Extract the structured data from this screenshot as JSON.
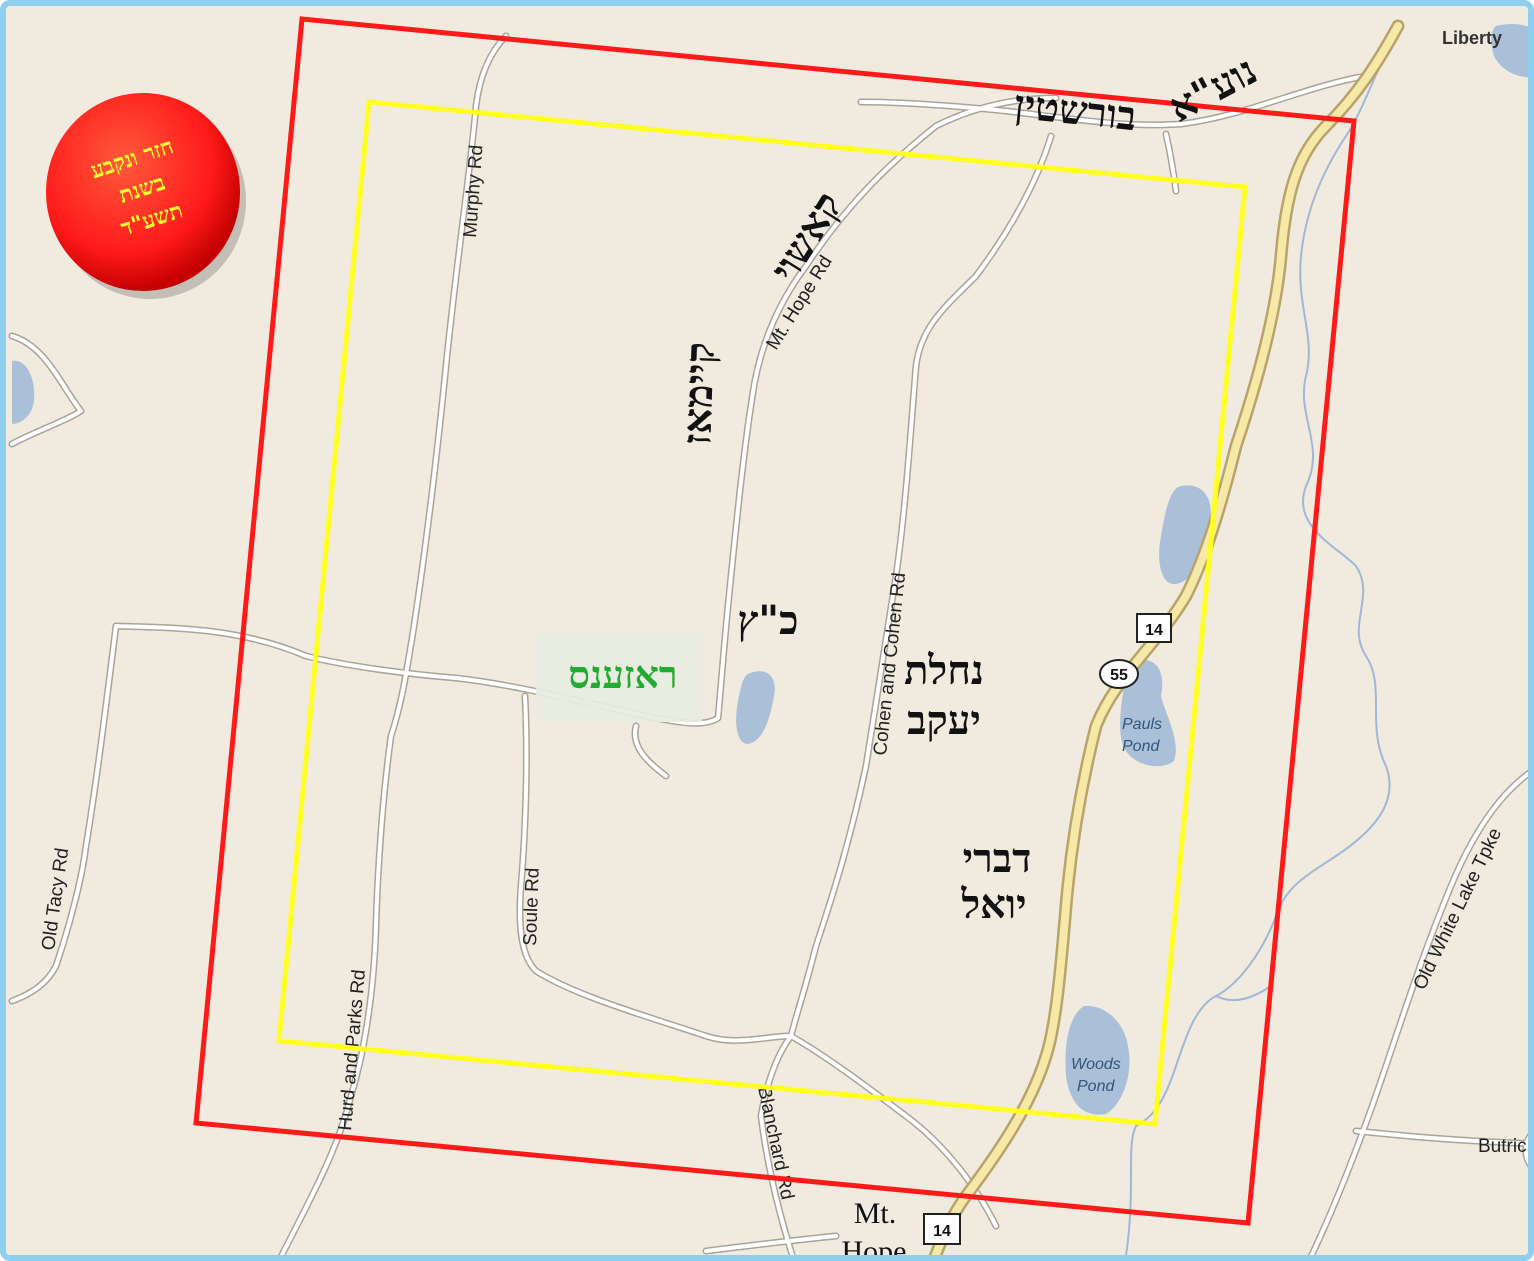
{
  "map": {
    "colors": {
      "land": "#f1ebdf",
      "road_casing": "#a9a49a",
      "road_fill": "#ffffff",
      "highway_casing": "#b8a36a",
      "highway_fill": "#f6e9a8",
      "water": "#a9c0d8",
      "stream": "#9fb8d6",
      "outer_boundary": "#ff1a1a",
      "inner_boundary": "#ffff22",
      "badge": "#ff1a1a",
      "badge_text": "#ffff33",
      "green_label": "#22aa33"
    },
    "badge_lines": [
      "חזר ונקבע",
      "בשנת",
      "תשע\"ד"
    ],
    "roads": {
      "murphy": "Murphy Rd",
      "mt_hope": "Mt. Hope Rd",
      "cohen": "Cohen and Cohen Rd",
      "old_tacy": "Old Tacy Rd",
      "soule": "Soule Rd",
      "hurd": "Hurd and Parks Rd",
      "blanchard": "Blanchard Rd",
      "old_white_lake": "Old White Lake Tpke",
      "butric": "Butric"
    },
    "places": {
      "liberty": "Liberty",
      "mt": "Mt.",
      "hope": "Hope"
    },
    "water": {
      "pauls_1": "Pauls",
      "pauls_2": "Pond",
      "woods_1": "Woods",
      "woods_2": "Pond"
    },
    "shields": {
      "route14_north": "14",
      "route55": "55",
      "route14_south": "14"
    },
    "hebrew_labels": {
      "borstein": "בורשטין",
      "nueta": "נוע\"א",
      "koshoi": "קאשוי",
      "kimoz": "קיימאז",
      "kats": "כ\"ץ",
      "nachlas": "נחלת",
      "yaakov": "יעקב",
      "divrei": "דברי",
      "yoel": "יואל",
      "roznes": "ראזענס"
    }
  }
}
